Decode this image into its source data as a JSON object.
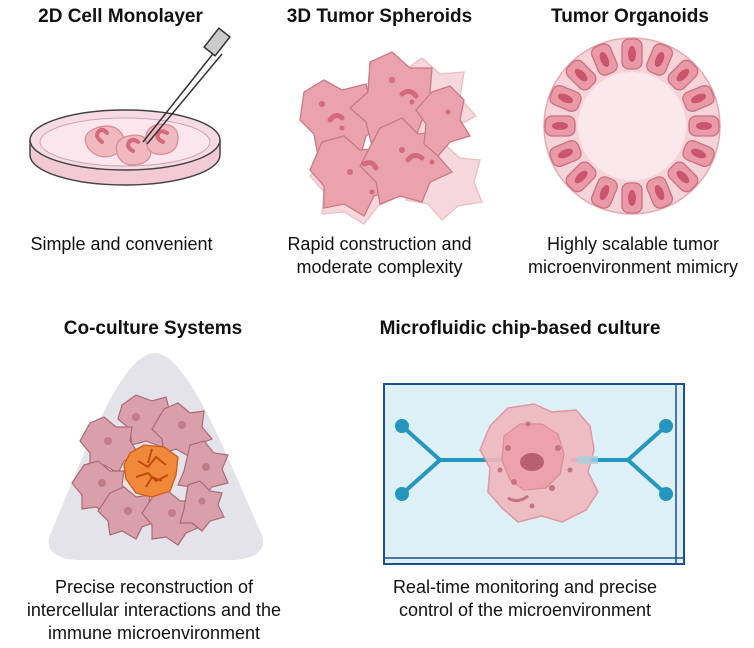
{
  "panels": [
    {
      "title": "2D Cell Monolayer",
      "caption": [
        "Simple and convenient"
      ]
    },
    {
      "title": "3D Tumor Spheroids",
      "caption": [
        "Rapid construction and",
        "moderate complexity"
      ]
    },
    {
      "title": "Tumor Organoids",
      "caption": [
        "Highly scalable tumor",
        "microenvironment mimicry"
      ]
    },
    {
      "title": "Co-culture Systems",
      "caption": [
        "Precise reconstruction of",
        "intercellular interactions and the",
        "immune microenvironment"
      ]
    },
    {
      "title": "Microfluidic chip-based culture",
      "caption": [
        "Real-time monitoring and precise",
        "control of the microenvironment"
      ]
    }
  ],
  "colors": {
    "cell_fill": "#f0b8bf",
    "cell_stroke": "#d98a94",
    "nucleus": "#d46a7a",
    "dish_fill": "#f7dbe4",
    "triangle_fill": "#e4e3e9",
    "immune_orange": "#f08a3a",
    "chip_blue": "#2596be",
    "chip_fill": "#ddf0f6"
  },
  "icons": [
    "petri-dish-icon",
    "pipette-icon",
    "spheroid-icon",
    "organoid-icon",
    "co-culture-icon",
    "microfluidic-chip-icon"
  ]
}
